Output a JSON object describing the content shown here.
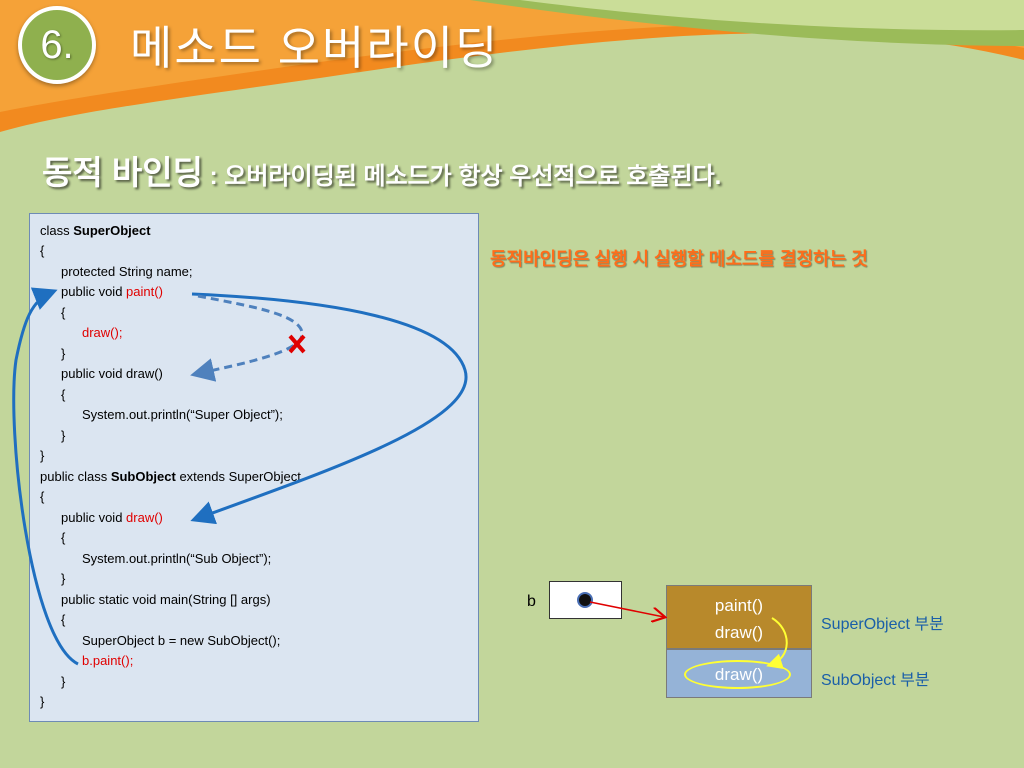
{
  "header": {
    "badge": "6.",
    "title": "메소드 오버라이딩"
  },
  "subtitle": {
    "main": "동적 바인딩",
    "detail": " : 오버라이딩된 메소드가 항상 우선적으로 호출된다."
  },
  "code": {
    "l1_kw": "class ",
    "l1_name": "SuperObject",
    "l2": "{",
    "l3": "protected String name;",
    "l4_kw": "public void ",
    "l4_method": "paint()",
    "l5": "{",
    "l6": "draw();",
    "l7": "}",
    "l8": "public void draw()",
    "l9": "{",
    "l10": "System.out.println(“Super Object”);",
    "l11": "}",
    "l12": "}",
    "l13_a": "public class ",
    "l13_name": "SubObject",
    "l13_b": " extends SuperObject",
    "l14": "{",
    "l15_kw": "public void ",
    "l15_method": "draw()",
    "l16": "{",
    "l17": "System.out.println(“Sub Object”);",
    "l18": "}",
    "l19": "public static void main(String [] args)",
    "l20": "{",
    "l21": "SuperObject b = new SubObject();",
    "l22": "b.paint();",
    "l23": "}",
    "l24": "}"
  },
  "note": "동적바인딩은 실행 시 실행할 메소드를 결정하는 것",
  "diagram": {
    "ref_label": "b",
    "super_method_1": "paint()",
    "super_method_2": "draw()",
    "sub_method": "draw()",
    "super_label": "SuperObject 부분",
    "sub_label": "SubObject 부분"
  },
  "colors": {
    "background": "#c2d69b",
    "accent_orange": "#f28a1f",
    "code_red": "#e00000",
    "arrow_blue": "#1f6fc0",
    "super_part": "#b8892b",
    "sub_part": "#95b3d7"
  }
}
